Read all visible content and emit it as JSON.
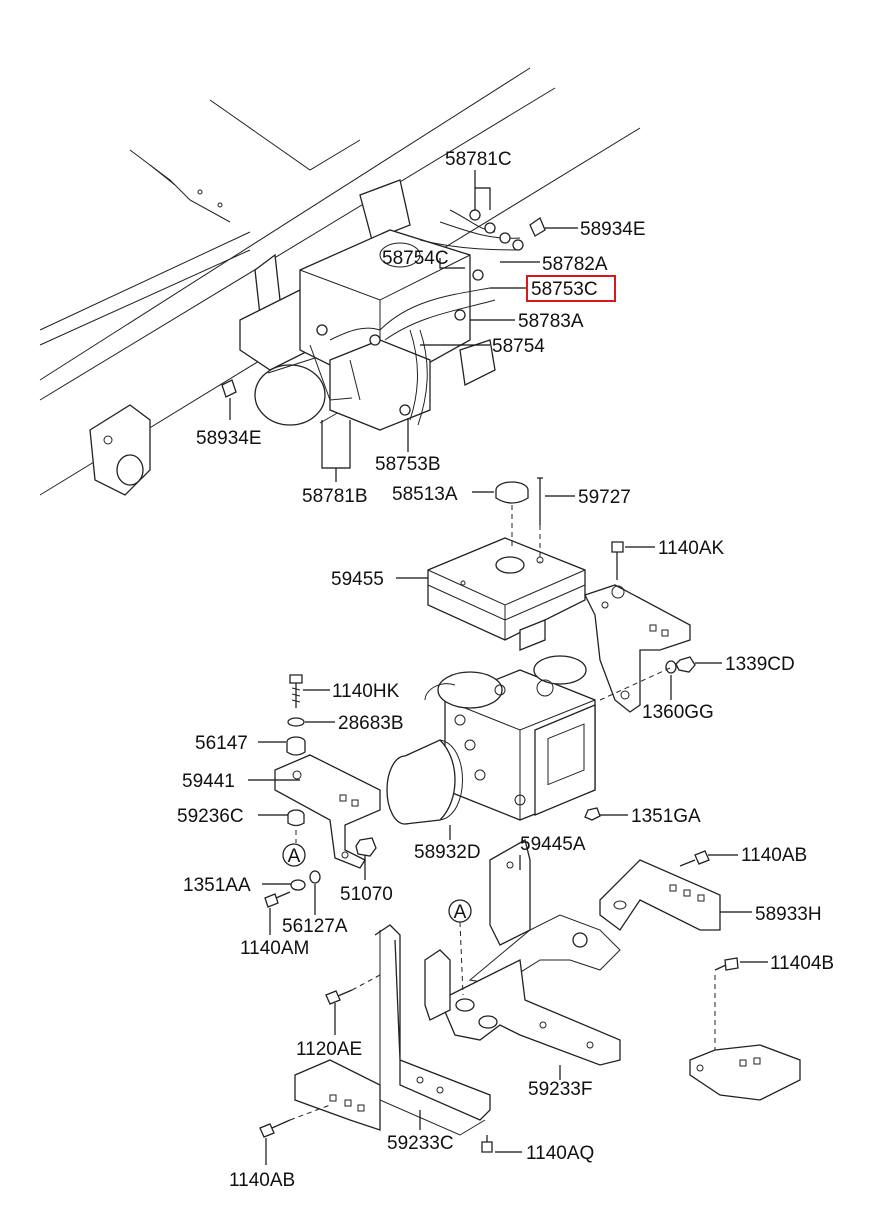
{
  "labels": {
    "l58781C": "58781C",
    "l58934E_top": "58934E",
    "l58754C": "58754C",
    "l58782A": "58782A",
    "l58753C": "58753C",
    "l58783A": "58783A",
    "l58754": "58754",
    "l58934E_left": "58934E",
    "l58753B": "58753B",
    "l58781B": "58781B",
    "l58513A": "58513A",
    "l59727": "59727",
    "l1140AK": "1140AK",
    "l59455": "59455",
    "l1339CD": "1339CD",
    "l1360GG": "1360GG",
    "l1140HK": "1140HK",
    "l28683B": "28683B",
    "l56147": "56147",
    "l59441": "59441",
    "l59236C": "59236C",
    "l1351GA": "1351GA",
    "l59445A": "59445A",
    "l58932D": "58932D",
    "l1140AB_top": "1140AB",
    "l1351AA": "1351AA",
    "l51070": "51070",
    "l58933H": "58933H",
    "l56127A": "56127A",
    "l1140AM": "1140AM",
    "l11404B": "11404B",
    "l1120AE": "1120AE",
    "l59233F": "59233F",
    "l59233C": "59233C",
    "l1140AQ": "1140AQ",
    "l1140AB_bottom": "1140AB",
    "circleA1": "A",
    "circleA2": "A"
  },
  "colors": {
    "line": "#111111",
    "highlight": "#d7191c",
    "background": "#ffffff"
  }
}
